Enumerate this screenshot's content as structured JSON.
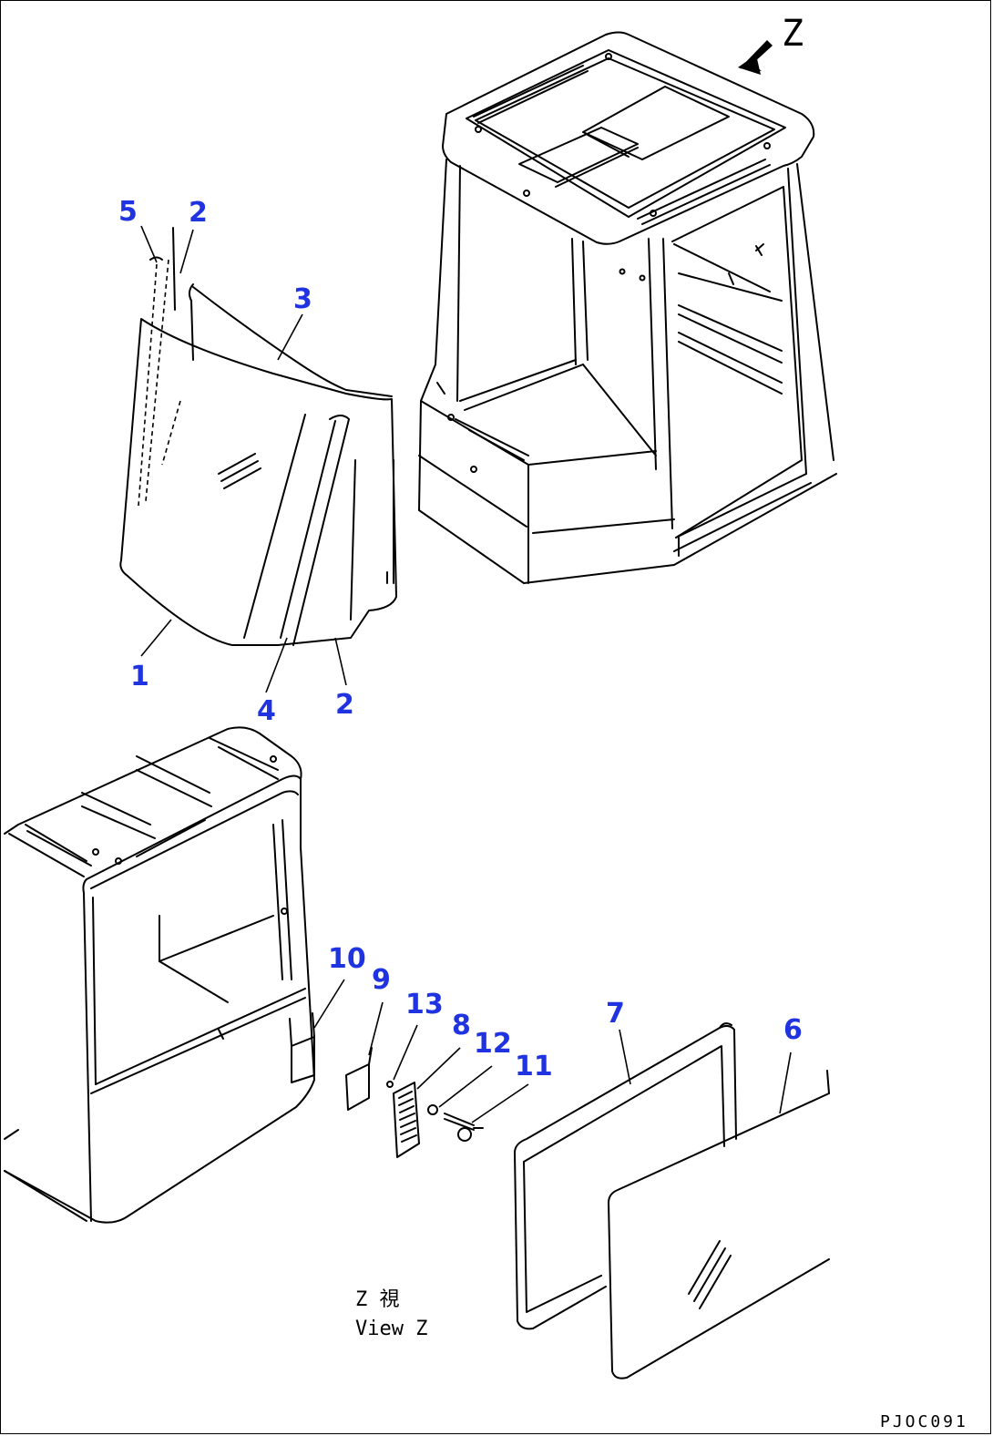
{
  "callouts": [
    {
      "id": "c5",
      "text": "5"
    },
    {
      "id": "c2a",
      "text": "2"
    },
    {
      "id": "c3",
      "text": "3"
    },
    {
      "id": "c1",
      "text": "1"
    },
    {
      "id": "c4",
      "text": "4"
    },
    {
      "id": "c2b",
      "text": "2"
    },
    {
      "id": "c10",
      "text": "10"
    },
    {
      "id": "c9",
      "text": "9"
    },
    {
      "id": "c13",
      "text": "13"
    },
    {
      "id": "c8",
      "text": "8"
    },
    {
      "id": "c12",
      "text": "12"
    },
    {
      "id": "c11",
      "text": "11"
    },
    {
      "id": "c7",
      "text": "7"
    },
    {
      "id": "c6",
      "text": "6"
    }
  ],
  "view_marker": "Z",
  "view_caption": {
    "line1": "Z  視",
    "line2": "View Z"
  },
  "drawing_code": "PJOC091",
  "colors": {
    "callout": "#1f33e0",
    "line": "#000000",
    "background": "#ffffff"
  }
}
